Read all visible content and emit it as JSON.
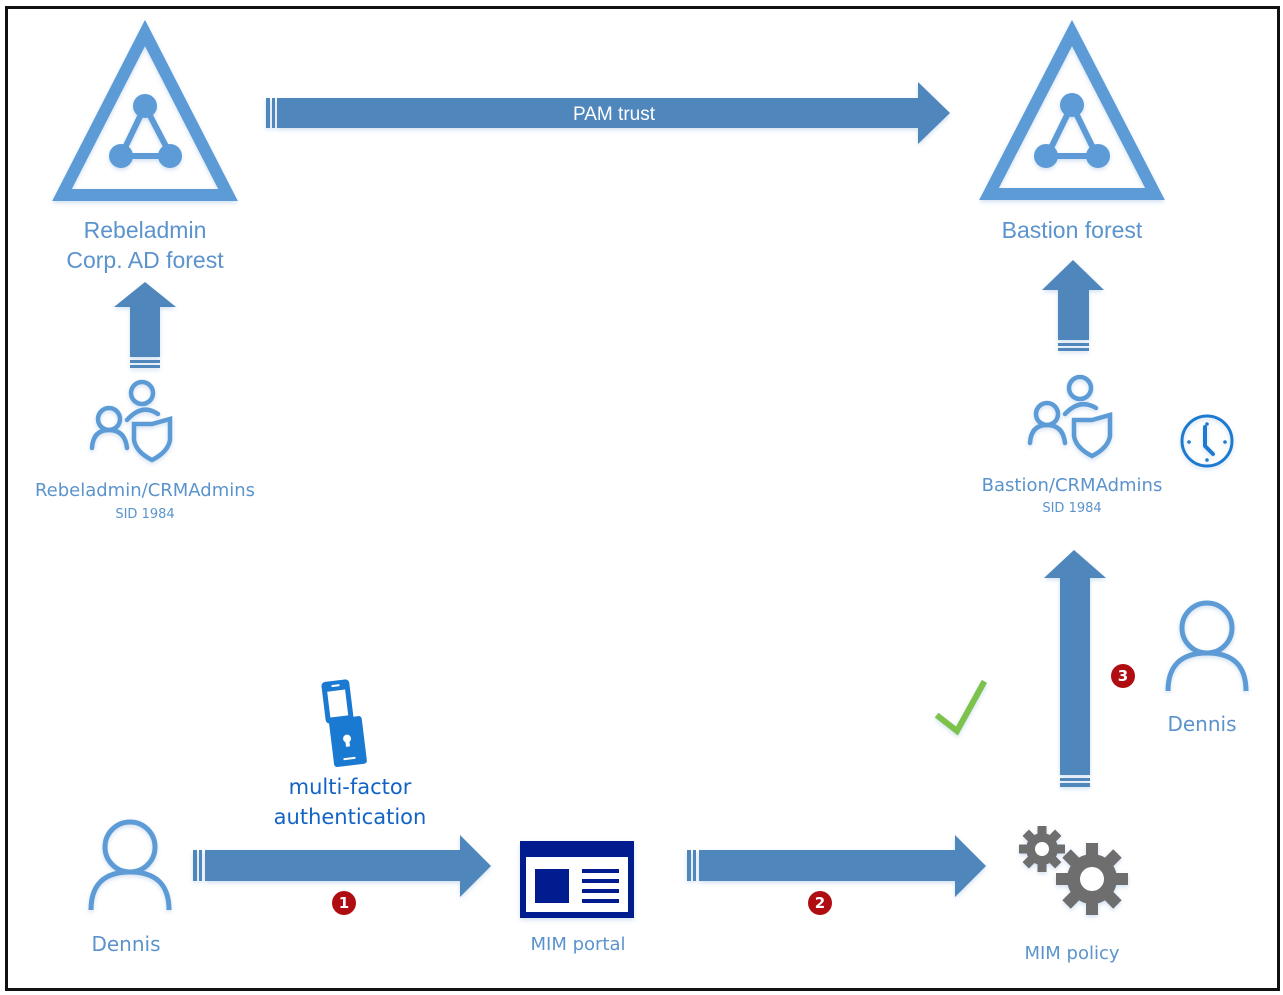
{
  "colors": {
    "arrow": "#4f86bc",
    "icon_blue": "#5b9bd5",
    "label_blue": "#5b93cc",
    "mfa_blue": "#1264c4",
    "portal_navy": "#001f8f",
    "gear_gray": "#6e6e6e",
    "check_green": "#7dc24b",
    "badge_red": "#b00d12"
  },
  "nodes": {
    "corp_forest": {
      "line1": "Rebeladmin",
      "line2": "Corp. AD forest",
      "icon": "ad-forest-triangle-icon"
    },
    "bastion_forest": {
      "label": "Bastion forest",
      "icon": "ad-forest-triangle-icon"
    },
    "corp_group": {
      "name": "Rebeladmin/CRMAdmins",
      "sid": "SID 1984",
      "icon": "admin-group-shield-icon"
    },
    "bastion_group": {
      "name": "Bastion/CRMAdmins",
      "sid": "SID 1984",
      "icon": "admin-group-shield-icon"
    },
    "user_start": {
      "label": "Dennis",
      "icon": "user-icon"
    },
    "user_right": {
      "label": "Dennis",
      "icon": "user-icon"
    },
    "mfa": {
      "line1": "multi-factor",
      "line2": "authentication",
      "icon": "mobile-lock-icon"
    },
    "portal": {
      "label": "MIM portal",
      "icon": "web-portal-icon"
    },
    "policy": {
      "label": "MIM policy",
      "icon": "gears-icon"
    },
    "timer": {
      "icon": "clock-icon"
    },
    "approval": {
      "icon": "checkmark-icon"
    }
  },
  "edges": {
    "pam_trust": {
      "label": "PAM trust",
      "from": "corp_forest",
      "to": "bastion_forest"
    },
    "step1": {
      "badge": "1",
      "from": "user_start",
      "to": "portal"
    },
    "step2": {
      "badge": "2",
      "from": "portal",
      "to": "policy"
    },
    "step3": {
      "badge": "3",
      "from": "policy",
      "to": "bastion_group"
    },
    "corp_up": {
      "from": "corp_group",
      "to": "corp_forest"
    },
    "bastion_up": {
      "from": "bastion_group",
      "to": "bastion_forest"
    }
  }
}
